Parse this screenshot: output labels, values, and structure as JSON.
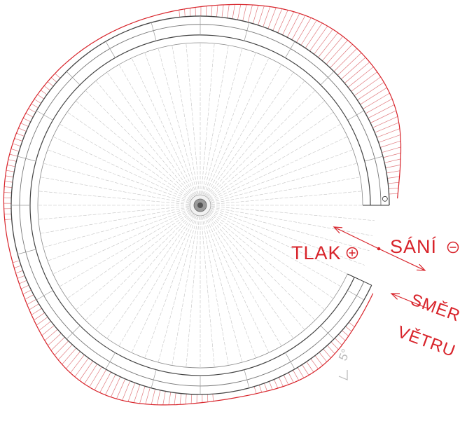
{
  "labels": {
    "pressure": "TLAK",
    "suction": "SÁNÍ",
    "wind_direction_line1": "SMĚR",
    "wind_direction_line2": "VĚTRU",
    "angle_step": "5°"
  },
  "symbols": {
    "pressure_symbol": "plus-circle-icon",
    "suction_symbol": "minus-circle-icon"
  },
  "colors": {
    "wind_load": "#d8232a",
    "structure": "#555555",
    "grid": "#bdbdbd"
  }
}
